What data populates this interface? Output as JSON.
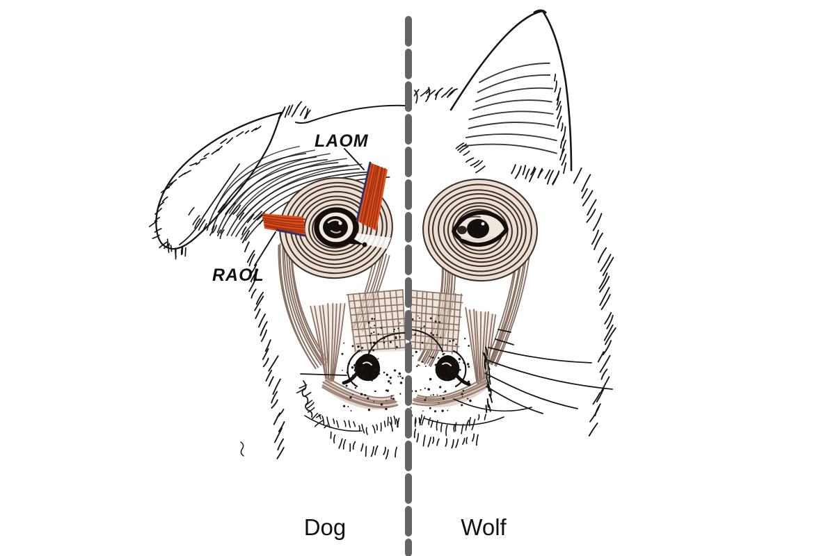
{
  "figure": {
    "description": "Split-face anatomical line drawing comparing the facial muscles of a dog (left half, floppy ear) and a wolf (right half, erect ear), divided by a vertical dashed line. Two eyebrow-region muscles are highlighted in red on the dog side only.",
    "left_title": "Dog",
    "right_title": "Wolf",
    "muscle_labels": {
      "laom": "LAOM",
      "raol": "RAOL"
    },
    "highlighted_side": "Dog",
    "divider_style": "vertical gray dashed line"
  },
  "colors": {
    "background": "#ffffff",
    "ink": "#161616",
    "label": "#111111",
    "divider": "#646464",
    "red": "#e0511f",
    "red_stripe": "#a33312",
    "navy": "#2e3263",
    "ring_bg": "#ecdfd4",
    "ring_line": "#40302a",
    "band": "#8a7163",
    "band_bg": "#e6d8cf",
    "crescent": "#d9c6bb",
    "crescent_line": "#9b8274"
  }
}
